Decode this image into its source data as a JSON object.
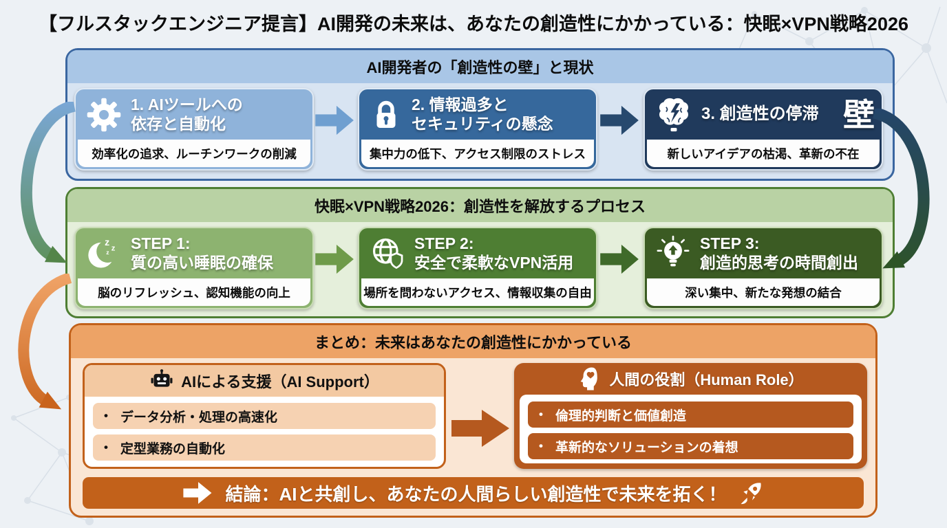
{
  "title": "【フルスタックエンジニア提言】AI開発の未来は、あなたの創造性にかかっている：快眠×VPN戦略2026",
  "section1": {
    "header": "AI開発者の「創造性の壁」と現状",
    "boxes": [
      {
        "icon": "gear-icon",
        "title_line1": "1. AIツールへの",
        "title_line2": "依存と自動化",
        "subtitle": "効率化の追求、ルーチンワークの削減"
      },
      {
        "icon": "lock-icon",
        "title_line1": "2. 情報過多と",
        "title_line2": "セキュリティの懸念",
        "subtitle": "集中力の低下、アクセス制限のストレス"
      },
      {
        "icon": "brain-lightning-icon",
        "title_line1": "3. 創造性の停滞",
        "badge": "壁",
        "subtitle": "新しいアイデアの枯渇、革新の不在"
      }
    ]
  },
  "section2": {
    "header": "快眠×VPN戦略2026：創造性を解放するプロセス",
    "boxes": [
      {
        "icon": "moon-sleep-icon",
        "title_line1": "STEP 1:",
        "title_line2": "質の高い睡眠の確保",
        "subtitle": "脳のリフレッシュ、認知機能の向上"
      },
      {
        "icon": "globe-shield-icon",
        "title_line1": "STEP 2:",
        "title_line2": "安全で柔軟なVPN活用",
        "subtitle": "場所を問わないアクセス、情報収集の自由"
      },
      {
        "icon": "lightbulb-icon",
        "title_line1": "STEP 3:",
        "title_line2": "創造的思考の時間創出",
        "subtitle": "深い集中、新たな発想の結合"
      }
    ]
  },
  "section3": {
    "header": "まとめ：未来はあなたの創造性にかかっている",
    "ai_box": {
      "icon": "robot-icon",
      "title": "AIによる支援（AI Support）",
      "items": [
        "データ分析・処理の高速化",
        "定型業務の自動化"
      ]
    },
    "human_box": {
      "icon": "head-heart-icon",
      "title": "人間の役割（Human Role）",
      "items": [
        "倫理的判断と価値創造",
        "革新的なソリューションの着想"
      ]
    },
    "conclusion": "結論：AIと共創し、あなたの人間らしい創造性で未来を拓く！"
  },
  "icons": [
    "gear-icon",
    "lock-icon",
    "brain-lightning-icon",
    "moon-sleep-icon",
    "globe-shield-icon",
    "lightbulb-icon",
    "robot-icon",
    "head-heart-icon",
    "arrow-right-icon",
    "rocket-icon"
  ],
  "colors": {
    "background": "#edf1f5",
    "sec1_border": "#3a66a0",
    "sec1_header": "#a9c6e6",
    "sec1_body": "#d8e4f2",
    "box_blue_1": "#8fb3da",
    "box_blue_2": "#36689c",
    "box_blue_3": "#203a5c",
    "sec2_border": "#4e7e33",
    "sec2_header": "#b9d2a4",
    "sec2_body": "#e5efdb",
    "box_green_1": "#8db370",
    "box_green_2": "#4e7e33",
    "box_green_3": "#3b5b23",
    "sec3_border": "#c2611a",
    "sec3_header": "#eda366",
    "sec3_body": "#fae6d4",
    "orange_dark": "#b5591f",
    "item_light": "#f6d2b2",
    "ai_header": "#f3c9a2"
  }
}
